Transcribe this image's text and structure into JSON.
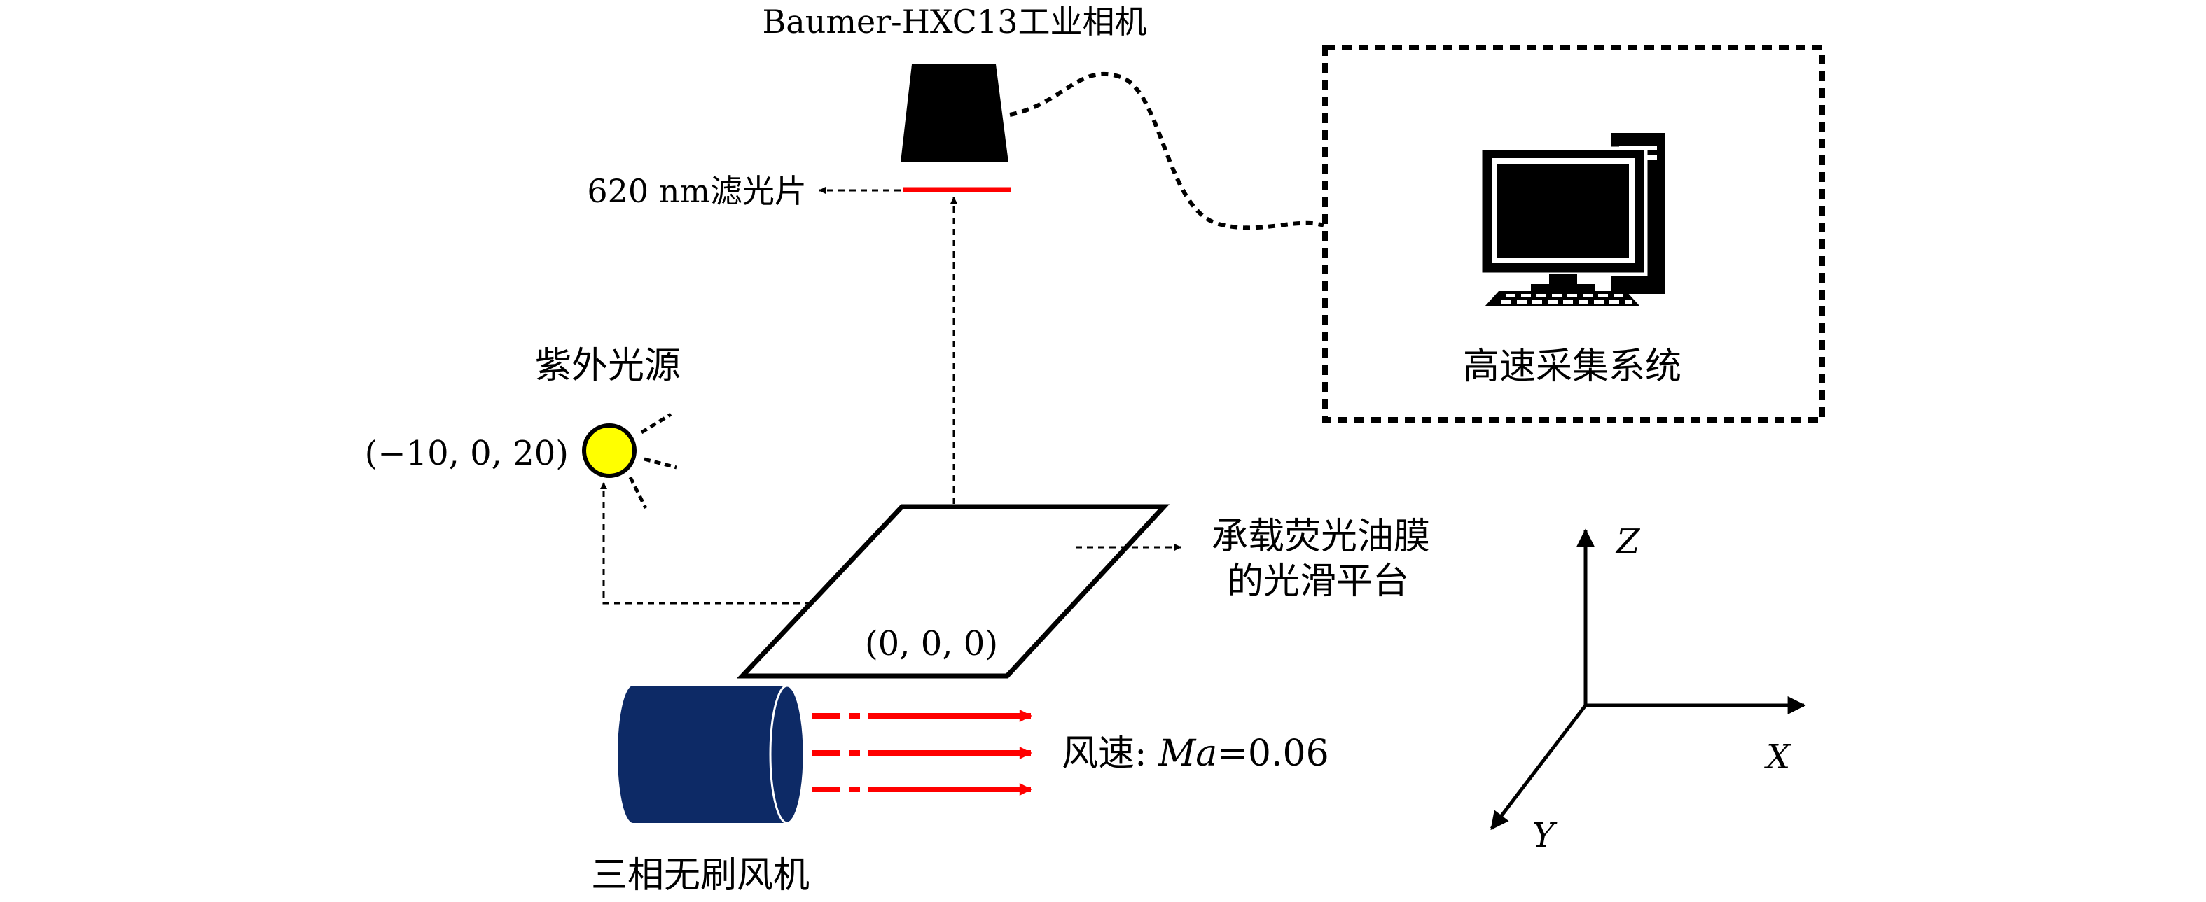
{
  "camera": {
    "label": "Baumer-HXC13工业相机"
  },
  "filter": {
    "label": "620 nm滤光片"
  },
  "computer": {
    "label": "高速采集系统",
    "icon": "desktop-computer-icon"
  },
  "uv_source": {
    "label": "紫外光源",
    "coords": "(−10, 0, 20)",
    "icon": "lamp-icon"
  },
  "platform": {
    "label_line1": "承载荧光油膜",
    "label_line2": "的光滑平台",
    "origin": "(0, 0, 0)"
  },
  "fan": {
    "label": "三相无刷风机"
  },
  "wind": {
    "prefix": "风速: ",
    "symbol": "Ma",
    "value": "=0.06"
  },
  "axes": {
    "z": "Z",
    "x": "X",
    "y": "Y"
  },
  "colors": {
    "fan_body": "#0d2a66",
    "laser_red": "#ff0000",
    "lamp": "#ffff00",
    "ink": "#000000"
  }
}
